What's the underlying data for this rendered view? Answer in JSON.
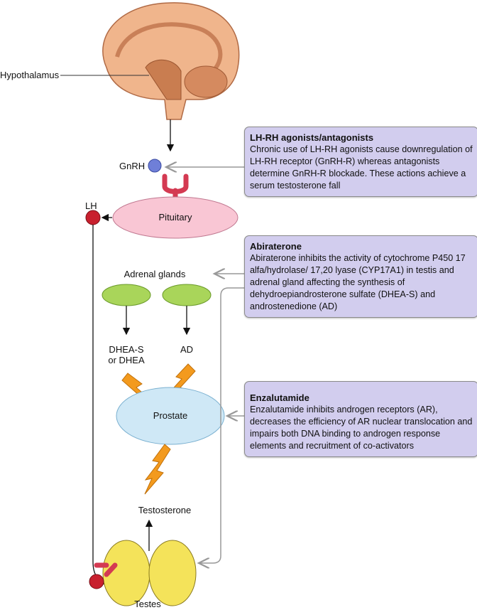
{
  "labels": {
    "hypothalamus": "Hypothalamus",
    "gnrh": "GnRH",
    "pituitary": "Pituitary",
    "lh": "LH",
    "adrenal_glands": "Adrenal glands",
    "dhea_line1": "DHEA-S",
    "dhea_line2": "or DHEA",
    "ad": "AD",
    "prostate": "Prostate",
    "testosterone": "Testosterone",
    "testes": "Testes"
  },
  "boxes": [
    {
      "title": "LH-RH agonists/antagonists",
      "text": "Chronic use of LH-RH agonists cause downregulation of LH-RH receptor (GnRH-R) whereas antagonists determine GnRH-R blockade. These actions achieve a serum testosterone fall"
    },
    {
      "title": "Abiraterone",
      "text": "Abiraterone inhibits the activity of cytochrome P450 17 alfa/hydrolase/ 17,20 lyase (CYP17A1) in testis and adrenal gland affecting the synthesis of dehydroepiandrosterone sulfate (DHEA-S) and androstenedione (AD)"
    },
    {
      "title": "Enzalutamide",
      "text": "Enzalutamide inhibits androgen receptors (AR), decreases the efficiency of AR nuclear translocation and impairs both DNA binding to androgen response elements and recruitment of co-activators"
    }
  ],
  "colors": {
    "box_fill": "#d2cdee",
    "gnrh": "#6f7fd8",
    "lh": "#c8202e",
    "pituitary": "#f9c6d4",
    "adrenal": "#a9d55a",
    "prostate": "#cfe8f6",
    "testes": "#f4e35a",
    "lightning": "#f39a1e",
    "brain": "#f0b58c"
  }
}
